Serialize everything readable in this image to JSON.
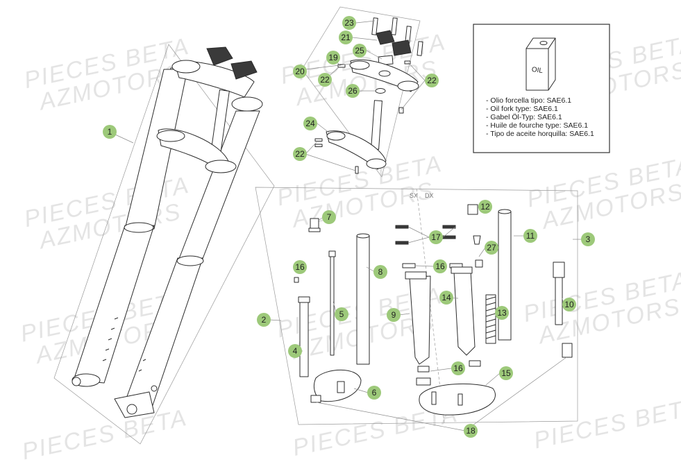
{
  "watermark": {
    "line1": "PIECES BETA",
    "line2": "AZMOTORS"
  },
  "oil_spec_box": {
    "can_label": "OIL",
    "lines": [
      "- Olio forcella tipo: SAE6.1",
      "- Oil fork type: SAE6.1",
      "- Gabel Öl-Typ: SAE6.1",
      "- Huile de fourche type: SAE6.1",
      "- Tipo de aceite horquilla: SAE6.1"
    ]
  },
  "section_labels": {
    "sx": "SX",
    "dx": "DX"
  },
  "callouts": [
    {
      "id": "c1",
      "label": "1"
    },
    {
      "id": "c2",
      "label": "2"
    },
    {
      "id": "c3",
      "label": "3"
    },
    {
      "id": "c4",
      "label": "4"
    },
    {
      "id": "c5",
      "label": "5"
    },
    {
      "id": "c6",
      "label": "6"
    },
    {
      "id": "c7",
      "label": "7"
    },
    {
      "id": "c8",
      "label": "8"
    },
    {
      "id": "c9",
      "label": "9"
    },
    {
      "id": "c10",
      "label": "10"
    },
    {
      "id": "c11",
      "label": "11"
    },
    {
      "id": "c12",
      "label": "12"
    },
    {
      "id": "c13",
      "label": "13"
    },
    {
      "id": "c14",
      "label": "14"
    },
    {
      "id": "c15",
      "label": "15"
    },
    {
      "id": "c16a",
      "label": "16"
    },
    {
      "id": "c16b",
      "label": "16"
    },
    {
      "id": "c16c",
      "label": "16"
    },
    {
      "id": "c17",
      "label": "17"
    },
    {
      "id": "c18",
      "label": "18"
    },
    {
      "id": "c19",
      "label": "19"
    },
    {
      "id": "c20",
      "label": "20"
    },
    {
      "id": "c21",
      "label": "21"
    },
    {
      "id": "c22a",
      "label": "22"
    },
    {
      "id": "c22b",
      "label": "22"
    },
    {
      "id": "c22c",
      "label": "22"
    },
    {
      "id": "c23",
      "label": "23"
    },
    {
      "id": "c24",
      "label": "24"
    },
    {
      "id": "c25",
      "label": "25"
    },
    {
      "id": "c26",
      "label": "26"
    },
    {
      "id": "c27",
      "label": "27"
    }
  ],
  "colors": {
    "callout_fill": "#9dc97a",
    "line": "#2b2b2b",
    "watermark": "#cfcfcf"
  }
}
